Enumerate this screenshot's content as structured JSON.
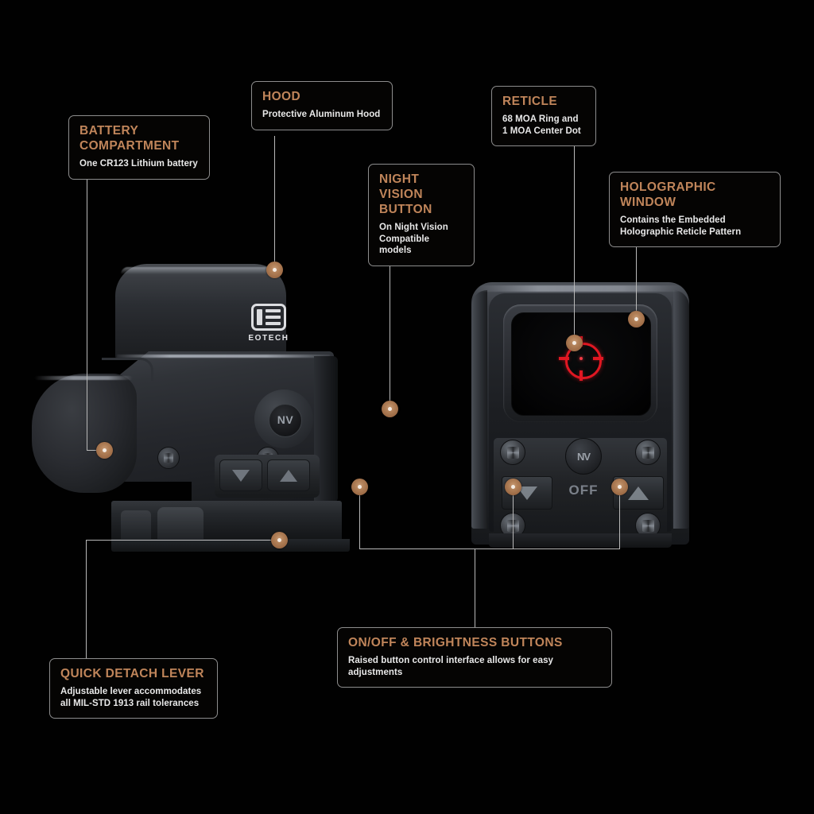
{
  "background_color": "#010101",
  "accent_color": "#c0855a",
  "line_color": "#b9b9b9",
  "reticle_color": "#e01722",
  "product": {
    "brand": "EOTECH",
    "nv_button_label": "NV",
    "front_knob_label": "NV",
    "off_label": "OFF"
  },
  "callouts": [
    {
      "id": "battery-compartment",
      "title": "BATTERY COMPARTMENT",
      "desc": "One CR123 Lithium battery"
    },
    {
      "id": "hood",
      "title": "HOOD",
      "desc": "Protective Aluminum Hood"
    },
    {
      "id": "night-vision-button",
      "title": "NIGHT VISION BUTTON",
      "desc": "On Night Vision Compatible models"
    },
    {
      "id": "reticle",
      "title": "RETICLE",
      "desc": "68 MOA Ring and 1 MOA Center Dot"
    },
    {
      "id": "holographic-window",
      "title": "HOLOGRAPHIC WINDOW",
      "desc": "Contains the Embedded Holographic Reticle Pattern"
    },
    {
      "id": "on-off-brightness-buttons",
      "title": "ON/OFF & BRIGHTNESS BUTTONS",
      "desc": "Raised button control interface allows for easy adjustments"
    },
    {
      "id": "quick-detach-lever",
      "title": "QUICK DETACH LEVER",
      "desc": "Adjustable lever accommodates all MIL-STD 1913 rail tolerances"
    }
  ]
}
